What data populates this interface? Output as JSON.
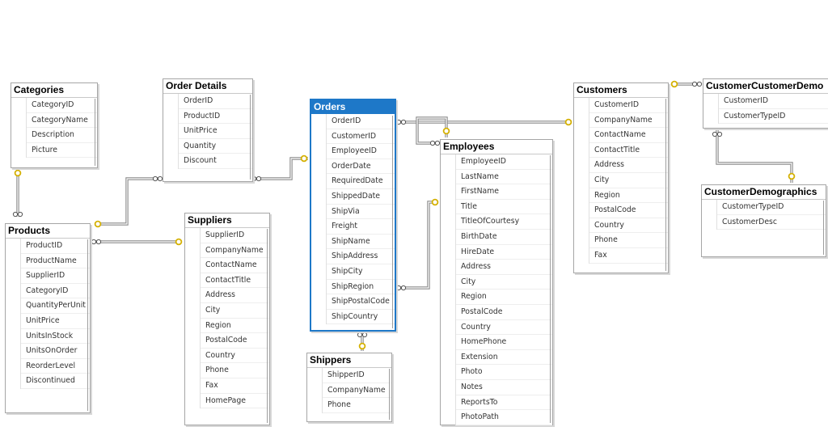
{
  "diagram": {
    "tables": [
      {
        "id": "categories",
        "name": "Categories",
        "selected": false,
        "columns": [
          {
            "name": "CategoryID",
            "key": true
          },
          {
            "name": "CategoryName",
            "key": false
          },
          {
            "name": "Description",
            "key": false
          },
          {
            "name": "Picture",
            "key": false
          }
        ]
      },
      {
        "id": "order-details",
        "name": "Order Details",
        "selected": false,
        "columns": [
          {
            "name": "OrderID",
            "key": true
          },
          {
            "name": "ProductID",
            "key": true
          },
          {
            "name": "UnitPrice",
            "key": false
          },
          {
            "name": "Quantity",
            "key": false
          },
          {
            "name": "Discount",
            "key": false
          }
        ]
      },
      {
        "id": "orders",
        "name": "Orders",
        "selected": true,
        "columns": [
          {
            "name": "OrderID",
            "key": true
          },
          {
            "name": "CustomerID",
            "key": false
          },
          {
            "name": "EmployeeID",
            "key": false
          },
          {
            "name": "OrderDate",
            "key": false
          },
          {
            "name": "RequiredDate",
            "key": false
          },
          {
            "name": "ShippedDate",
            "key": false
          },
          {
            "name": "ShipVia",
            "key": false
          },
          {
            "name": "Freight",
            "key": false
          },
          {
            "name": "ShipName",
            "key": false
          },
          {
            "name": "ShipAddress",
            "key": false
          },
          {
            "name": "ShipCity",
            "key": false
          },
          {
            "name": "ShipRegion",
            "key": false
          },
          {
            "name": "ShipPostalCode",
            "key": false
          },
          {
            "name": "ShipCountry",
            "key": false
          }
        ]
      },
      {
        "id": "customers",
        "name": "Customers",
        "selected": false,
        "columns": [
          {
            "name": "CustomerID",
            "key": true
          },
          {
            "name": "CompanyName",
            "key": false
          },
          {
            "name": "ContactName",
            "key": false
          },
          {
            "name": "ContactTitle",
            "key": false
          },
          {
            "name": "Address",
            "key": false
          },
          {
            "name": "City",
            "key": false
          },
          {
            "name": "Region",
            "key": false
          },
          {
            "name": "PostalCode",
            "key": false
          },
          {
            "name": "Country",
            "key": false
          },
          {
            "name": "Phone",
            "key": false
          },
          {
            "name": "Fax",
            "key": false
          }
        ]
      },
      {
        "id": "customer-customer-demo",
        "name": "CustomerCustomerDemo",
        "selected": false,
        "columns": [
          {
            "name": "CustomerID",
            "key": true
          },
          {
            "name": "CustomerTypeID",
            "key": true
          }
        ]
      },
      {
        "id": "customer-demographics",
        "name": "CustomerDemographics",
        "selected": false,
        "columns": [
          {
            "name": "CustomerTypeID",
            "key": true
          },
          {
            "name": "CustomerDesc",
            "key": false
          }
        ]
      },
      {
        "id": "employees",
        "name": "Employees",
        "selected": false,
        "columns": [
          {
            "name": "EmployeeID",
            "key": true
          },
          {
            "name": "LastName",
            "key": false
          },
          {
            "name": "FirstName",
            "key": false
          },
          {
            "name": "Title",
            "key": false
          },
          {
            "name": "TitleOfCourtesy",
            "key": false
          },
          {
            "name": "BirthDate",
            "key": false
          },
          {
            "name": "HireDate",
            "key": false
          },
          {
            "name": "Address",
            "key": false
          },
          {
            "name": "City",
            "key": false
          },
          {
            "name": "Region",
            "key": false
          },
          {
            "name": "PostalCode",
            "key": false
          },
          {
            "name": "Country",
            "key": false
          },
          {
            "name": "HomePhone",
            "key": false
          },
          {
            "name": "Extension",
            "key": false
          },
          {
            "name": "Photo",
            "key": false
          },
          {
            "name": "Notes",
            "key": false
          },
          {
            "name": "ReportsTo",
            "key": false
          },
          {
            "name": "PhotoPath",
            "key": false
          }
        ]
      },
      {
        "id": "products",
        "name": "Products",
        "selected": false,
        "columns": [
          {
            "name": "ProductID",
            "key": true
          },
          {
            "name": "ProductName",
            "key": false
          },
          {
            "name": "SupplierID",
            "key": false
          },
          {
            "name": "CategoryID",
            "key": false
          },
          {
            "name": "QuantityPerUnit",
            "key": false
          },
          {
            "name": "UnitPrice",
            "key": false
          },
          {
            "name": "UnitsInStock",
            "key": false
          },
          {
            "name": "UnitsOnOrder",
            "key": false
          },
          {
            "name": "ReorderLevel",
            "key": false
          },
          {
            "name": "Discontinued",
            "key": false
          }
        ]
      },
      {
        "id": "suppliers",
        "name": "Suppliers",
        "selected": false,
        "columns": [
          {
            "name": "SupplierID",
            "key": true
          },
          {
            "name": "CompanyName",
            "key": false
          },
          {
            "name": "ContactName",
            "key": false
          },
          {
            "name": "ContactTitle",
            "key": false
          },
          {
            "name": "Address",
            "key": false
          },
          {
            "name": "City",
            "key": false
          },
          {
            "name": "Region",
            "key": false
          },
          {
            "name": "PostalCode",
            "key": false
          },
          {
            "name": "Country",
            "key": false
          },
          {
            "name": "Phone",
            "key": false
          },
          {
            "name": "Fax",
            "key": false
          },
          {
            "name": "HomePage",
            "key": false
          }
        ]
      },
      {
        "id": "shippers",
        "name": "Shippers",
        "selected": false,
        "columns": [
          {
            "name": "ShipperID",
            "key": true
          },
          {
            "name": "CompanyName",
            "key": false
          },
          {
            "name": "Phone",
            "key": false
          }
        ]
      }
    ],
    "colors": {
      "selected_header": "#1e78c8",
      "key_icon": "#d4b000",
      "connector": "#8a8a8a"
    }
  }
}
